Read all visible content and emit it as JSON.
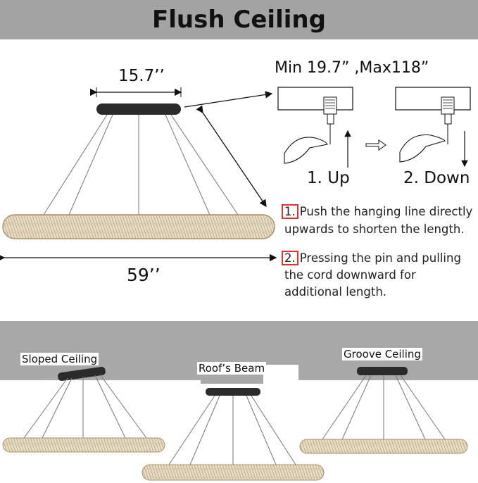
{
  "header": {
    "title": "Flush Ceiling"
  },
  "dimensions": {
    "canopy_width": "15.7’’",
    "length_range": "Min 19.7” ,Max118”",
    "fixture_length": "59’’"
  },
  "adjustment": {
    "up_label": "1. Up",
    "down_label": "2. Down",
    "steps": [
      {
        "number": "1.",
        "line1": "Push the hanging line directly",
        "line2": "upwards to shorten the length."
      },
      {
        "number": "2.",
        "line1": "Pressing the pin and pulling",
        "line2": "the cord downward for",
        "line3": "additional length."
      }
    ]
  },
  "mounting": {
    "sloped": "Sloped Ceiling",
    "beam": "Roof’s Beam",
    "groove": "Groove Ceiling"
  },
  "colors": {
    "header_bg": "#a3a3a3",
    "ceiling_bg": "#a8a8a8",
    "highlight_box": "#dd3333",
    "crystal": "#d8c8a8"
  }
}
